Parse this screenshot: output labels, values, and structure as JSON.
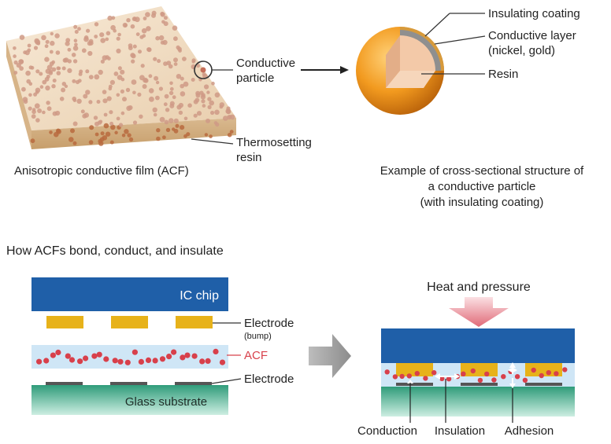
{
  "top": {
    "film": {
      "label_conductive_particle_line1": "Conductive",
      "label_conductive_particle_line2": "particle",
      "label_resin_line1": "Thermosetting",
      "label_resin_line2": "resin",
      "caption": "Anisotropic conductive film (ACF)"
    },
    "particle": {
      "label_insulating": "Insulating coating",
      "label_conductive_line1": "Conductive layer",
      "label_conductive_line2": "(nickel, gold)",
      "label_resin": "Resin",
      "caption_line1": "Example of cross-sectional structure of",
      "caption_line2": "a conductive particle",
      "caption_line3": "(with insulating coating)"
    }
  },
  "bottom": {
    "title": "How ACFs bond, conduct, and insulate",
    "left": {
      "ic_chip": "IC chip",
      "electrode_bump_line1": "Electrode",
      "electrode_bump_line2": "(bump)",
      "acf": "ACF",
      "electrode": "Electrode",
      "glass": "Glass substrate"
    },
    "right": {
      "heat_pressure": "Heat and pressure",
      "conduction": "Conduction",
      "insulation": "Insulation",
      "adhesion": "Adhesion"
    }
  },
  "colors": {
    "chip": "#1f5fa8",
    "bump": "#e7b21a",
    "acf": "#cfe6f6",
    "particle_red": "#d8404b",
    "glass": "#4fbf9a",
    "arrow_gray": "#9a9a9a",
    "pressure_arrow": "#e58a94",
    "sphere_orange": "#f0a02a",
    "film_tan": "#efd9bf"
  }
}
